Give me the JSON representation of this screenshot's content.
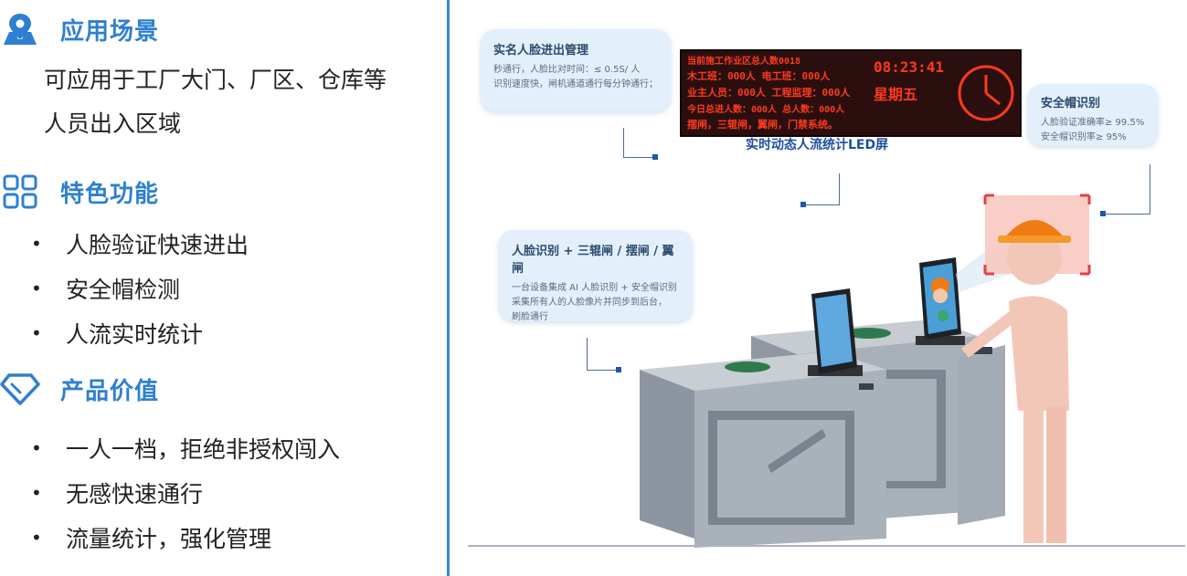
{
  "sections": [
    {
      "icon": "map-pin-icon",
      "title": "应用场景",
      "text_lines": [
        "可应用于工厂大门、厂区、仓库等",
        "人员出入区域"
      ]
    },
    {
      "icon": "grid-icon",
      "title": "特色功能",
      "bullets": [
        "人脸验证快速进出",
        "安全帽检测",
        "人流实时统计"
      ]
    },
    {
      "icon": "diamond-icon",
      "title": "产品价值",
      "bullets": [
        "一人一档，拒绝非授权闯入",
        "无感快速通行",
        "流量统计，强化管理"
      ]
    }
  ],
  "bullet_symbol": "•",
  "illustration": {
    "card_realname": {
      "title": "实名人脸进出管理",
      "lines": [
        "秒通行，人脸比对时间：≤ 0.5S/ 人",
        "识别速度快，闸机通道通行每分钟通行；"
      ]
    },
    "card_helmet": {
      "title": "安全帽识别",
      "lines": [
        "人脸验证准确率≥ 99.5%",
        "安全帽识别率≥ 95%"
      ]
    },
    "card_face": {
      "title": "人脸识别 + 三辊闸 / 摆闸 / 翼闸",
      "lines": [
        "一台设备集成 AI 人脸识别 + 安全帽识别",
        "采集所有人的人脸像片并同步到后台，",
        "刷脸通行"
      ]
    },
    "led": {
      "line1": "当前施工作业区总人数0018",
      "line2": "木工班：000人   电工班：000人",
      "line3": "业主人员：000人  工程监理：000人",
      "line4": "今日总进人数：000人   总人数：000人",
      "line5": "摆闸，三辊闸，翼闸，门禁系统。",
      "time": "08:23:41",
      "weekday": "星期五",
      "caption": "实时动态人流统计LED屏"
    },
    "colors": {
      "accent": "#2e7fd0",
      "led_text": "#ff3a1e",
      "card_bg": "#e3f0fb",
      "helmet": "#f07a14",
      "gate_grey": "#9aa3ad"
    }
  }
}
